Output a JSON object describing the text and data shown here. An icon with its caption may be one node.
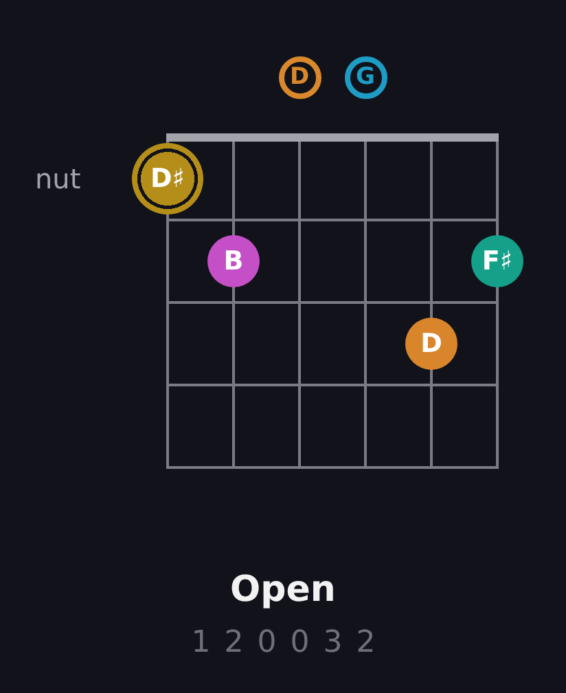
{
  "diagram": {
    "caption": "Open",
    "nodes": [
      {
        "text": [
          "D"
        ]
      },
      {
        "text": [
          "G"
        ]
      },
      {
        "text": [
          "D♯"
        ]
      },
      {
        "text": [
          "B"
        ]
      },
      {
        "text": [
          "F♯"
        ]
      },
      {
        "text": [
          "D"
        ]
      }
    ],
    "labels": [
      "nut",
      "1 2 0 0 3 2"
    ]
  }
}
